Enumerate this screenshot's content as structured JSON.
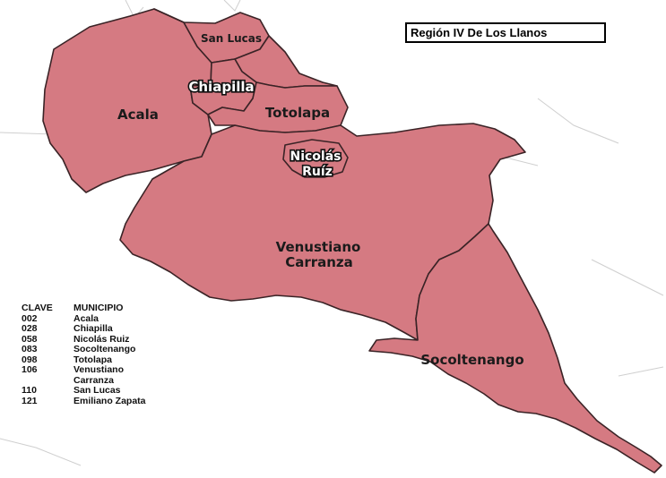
{
  "title": "Región IV De Los Llanos",
  "colors": {
    "municipality_fill": "#d57a82",
    "border": "#3a2326",
    "background": "#ffffff"
  },
  "map_labels": {
    "san_lucas": "San Lucas",
    "chiapilla": "Chiapilla",
    "acala": "Acala",
    "totolapa": "Totolapa",
    "nicolas_ruiz_line1": "Nicolás",
    "nicolas_ruiz_line2": "Ruíz",
    "venustiano_line1": "Venustiano",
    "venustiano_line2": "Carranza",
    "socoltenango": "Socoltenango"
  },
  "legend": {
    "header_clave": "CLAVE",
    "header_municipio": "MUNICIPIO",
    "rows": [
      {
        "clave": "002",
        "municipio": "Acala"
      },
      {
        "clave": "028",
        "municipio": "Chiapilla"
      },
      {
        "clave": "058",
        "municipio": "Nicolás Ruiz"
      },
      {
        "clave": "083",
        "municipio": "Socoltenango"
      },
      {
        "clave": "098",
        "municipio": "Totolapa"
      },
      {
        "clave": "106",
        "municipio": "Venustiano"
      },
      {
        "clave": "",
        "municipio": "Carranza"
      },
      {
        "clave": "110",
        "municipio": "San Lucas"
      },
      {
        "clave": "121",
        "municipio": "Emiliano Zapata"
      }
    ]
  }
}
